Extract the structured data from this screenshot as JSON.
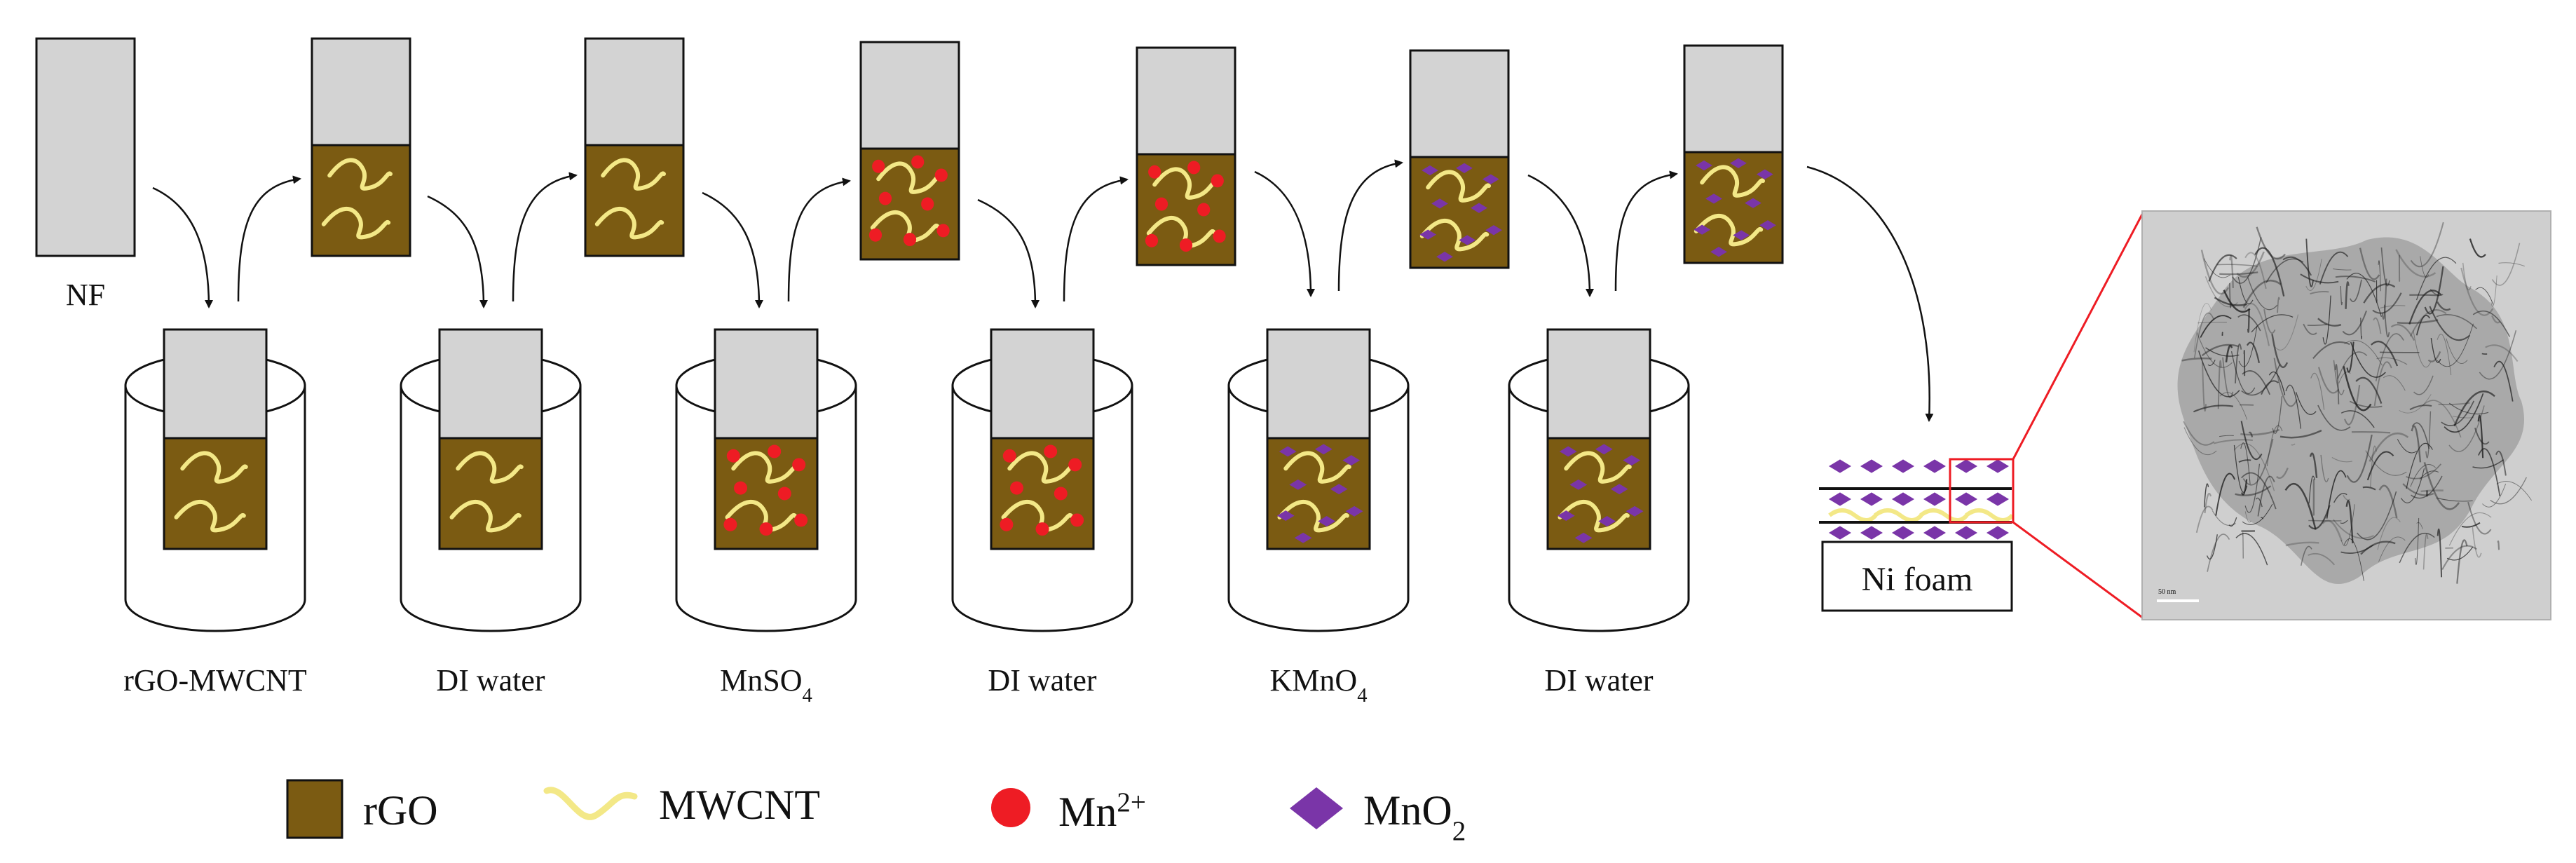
{
  "title": "",
  "colors": {
    "nf": "#d3d3d3",
    "rgo": "#7b5b12",
    "mwcnt": "#f3e887",
    "mn2": "#ee1c24",
    "mno2": "#7a35a8",
    "zoom": "#ee1c24"
  },
  "steps": {
    "top": [
      {
        "label": "NF",
        "fill": "none"
      },
      {
        "label": "",
        "fill": "rgo"
      },
      {
        "label": "",
        "fill": "rgo"
      },
      {
        "label": "",
        "fill": "mn2"
      },
      {
        "label": "",
        "fill": "mn2"
      },
      {
        "label": "",
        "fill": "mno2"
      },
      {
        "label": "",
        "fill": "mno2"
      }
    ],
    "baths": [
      {
        "label": "rGO-MWCNT",
        "sub": "",
        "fill": "rgo"
      },
      {
        "label": "DI water",
        "sub": "",
        "fill": "rgo"
      },
      {
        "label": "MnSO",
        "sub": "4",
        "fill": "mn2"
      },
      {
        "label": "DI water",
        "sub": "",
        "fill": "mn2"
      },
      {
        "label": "KMnO",
        "sub": "4",
        "fill": "mno2"
      },
      {
        "label": "DI water",
        "sub": "",
        "fill": "mno2"
      }
    ]
  },
  "product": {
    "label": "Ni foam"
  },
  "tem": {
    "scale_label": "50 nm"
  },
  "legend": [
    {
      "key": "rgo",
      "label": "rGO",
      "sup": "",
      "sub": ""
    },
    {
      "key": "mwcnt",
      "label": "MWCNT",
      "sup": "",
      "sub": ""
    },
    {
      "key": "mn2",
      "label": "Mn",
      "sup": "2+",
      "sub": ""
    },
    {
      "key": "mno2",
      "label": "MnO",
      "sup": "",
      "sub": "2"
    }
  ]
}
